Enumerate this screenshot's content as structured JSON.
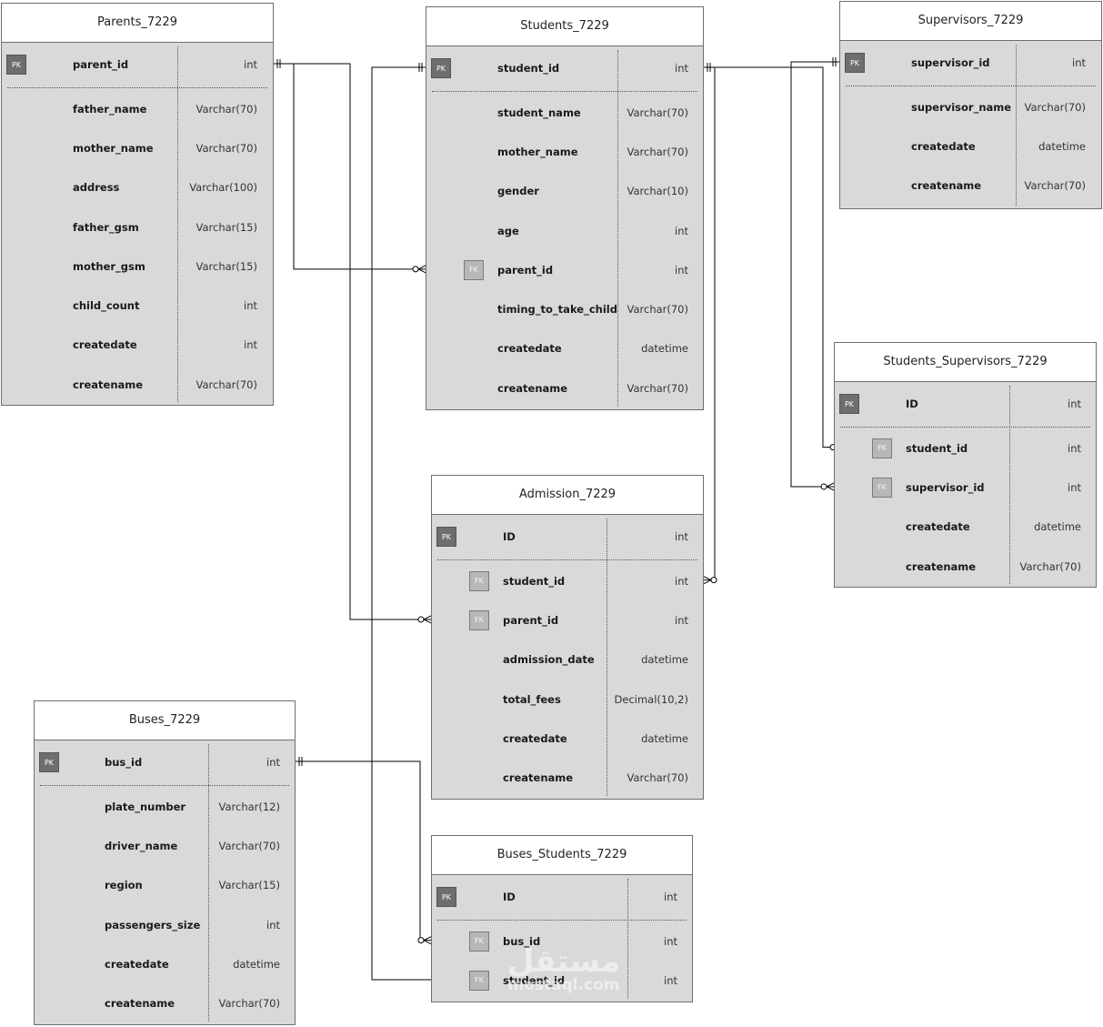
{
  "colors": {
    "entity_fill": "#d9d9d9",
    "title_fill": "#ffffff",
    "border": "#6f6f6f",
    "pk_badge": "#6e6e6e",
    "fk_badge": "#b7b7b7",
    "line": "#000000"
  },
  "entities": [
    {
      "id": "parents",
      "title": "Parents_7229",
      "fields": [
        {
          "name": "parent_id",
          "type": "int",
          "key": "PK"
        },
        {
          "name": "father_name",
          "type": "Varchar(70)"
        },
        {
          "name": "mother_name",
          "type": "Varchar(70)"
        },
        {
          "name": "address",
          "type": "Varchar(100)"
        },
        {
          "name": "father_gsm",
          "type": "Varchar(15)"
        },
        {
          "name": "mother_gsm",
          "type": "Varchar(15)"
        },
        {
          "name": "child_count",
          "type": "int"
        },
        {
          "name": "createdate",
          "type": "int"
        },
        {
          "name": "createname",
          "type": "Varchar(70)"
        }
      ]
    },
    {
      "id": "students",
      "title": "Students_7229",
      "fields": [
        {
          "name": "student_id",
          "type": "int",
          "key": "PK"
        },
        {
          "name": "student_name",
          "type": "Varchar(70)"
        },
        {
          "name": "mother_name",
          "type": "Varchar(70)"
        },
        {
          "name": "gender",
          "type": "Varchar(10)"
        },
        {
          "name": "age",
          "type": "int"
        },
        {
          "name": "parent_id",
          "type": "int",
          "key": "FK"
        },
        {
          "name": "timing_to_take_child",
          "type": "Varchar(70)"
        },
        {
          "name": "createdate",
          "type": "datetime"
        },
        {
          "name": "createname",
          "type": "Varchar(70)"
        }
      ]
    },
    {
      "id": "supervisors",
      "title": "Supervisors_7229",
      "fields": [
        {
          "name": "supervisor_id",
          "type": "int",
          "key": "PK"
        },
        {
          "name": "supervisor_name",
          "type": "Varchar(70)"
        },
        {
          "name": "createdate",
          "type": "datetime"
        },
        {
          "name": "createname",
          "type": "Varchar(70)"
        }
      ]
    },
    {
      "id": "students_supervisors",
      "title": "Students_Supervisors_7229",
      "fields": [
        {
          "name": "ID",
          "type": "int",
          "key": "PK"
        },
        {
          "name": "student_id",
          "type": "int",
          "key": "FK"
        },
        {
          "name": "supervisor_id",
          "type": "int",
          "key": "FK"
        },
        {
          "name": "createdate",
          "type": "datetime"
        },
        {
          "name": "createname",
          "type": "Varchar(70)"
        }
      ]
    },
    {
      "id": "admission",
      "title": "Admission_7229",
      "fields": [
        {
          "name": "ID",
          "type": "int",
          "key": "PK"
        },
        {
          "name": "student_id",
          "type": "int",
          "key": "FK"
        },
        {
          "name": "parent_id",
          "type": "int",
          "key": "FK"
        },
        {
          "name": "admission_date",
          "type": "datetime"
        },
        {
          "name": "total_fees",
          "type": "Decimal(10,2)"
        },
        {
          "name": "createdate",
          "type": "datetime"
        },
        {
          "name": "createname",
          "type": "Varchar(70)"
        }
      ]
    },
    {
      "id": "buses",
      "title": "Buses_7229",
      "fields": [
        {
          "name": "bus_id",
          "type": "int",
          "key": "PK"
        },
        {
          "name": "plate_number",
          "type": "Varchar(12)"
        },
        {
          "name": "driver_name",
          "type": "Varchar(70)"
        },
        {
          "name": "region",
          "type": "Varchar(15)"
        },
        {
          "name": "passengers_size",
          "type": "int"
        },
        {
          "name": "createdate",
          "type": "datetime"
        },
        {
          "name": "createname",
          "type": "Varchar(70)"
        }
      ]
    },
    {
      "id": "buses_students",
      "title": "Buses_Students_7229",
      "fields": [
        {
          "name": "ID",
          "type": "int",
          "key": "PK"
        },
        {
          "name": "bus_id",
          "type": "int",
          "key": "FK"
        },
        {
          "name": "student_id",
          "type": "int",
          "key": "FK"
        }
      ]
    }
  ],
  "relationships": [
    {
      "from": "Parents_7229.parent_id",
      "to": "Students_7229.parent_id",
      "cardinality": "one-to-many"
    },
    {
      "from": "Parents_7229.parent_id",
      "to": "Admission_7229.parent_id",
      "cardinality": "one-to-many"
    },
    {
      "from": "Students_7229.student_id",
      "to": "Admission_7229.student_id",
      "cardinality": "one-to-many"
    },
    {
      "from": "Students_7229.student_id",
      "to": "Buses_Students_7229.student_id",
      "cardinality": "one-to-many"
    },
    {
      "from": "Students_7229.student_id",
      "to": "Students_Supervisors_7229.student_id",
      "cardinality": "one-to-many"
    },
    {
      "from": "Supervisors_7229.supervisor_id",
      "to": "Students_Supervisors_7229.supervisor_id",
      "cardinality": "one-to-many"
    },
    {
      "from": "Buses_7229.bus_id",
      "to": "Buses_Students_7229.bus_id",
      "cardinality": "one-to-many"
    }
  ],
  "watermark": {
    "arabic": "مستقل",
    "latin": "mostaql.com"
  }
}
